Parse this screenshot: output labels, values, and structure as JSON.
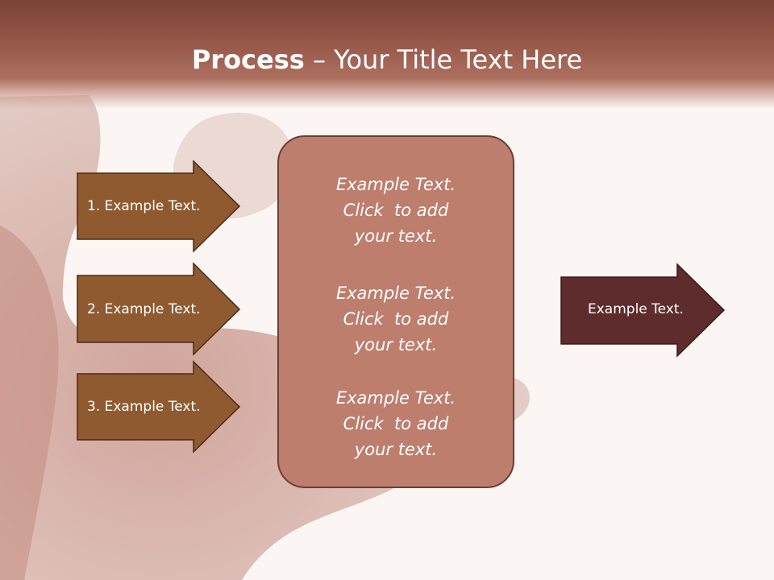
{
  "title": {
    "bold": "Process",
    "rest": " – Your Title Text Here"
  },
  "left_arrows": [
    {
      "label": "1. Example Text."
    },
    {
      "label": "2. Example Text."
    },
    {
      "label": "3. Example Text."
    }
  ],
  "center_box": {
    "blocks": [
      [
        "Example Text.",
        "Click  to add",
        "your text."
      ],
      [
        "Example Text.",
        "Click  to add",
        "your text."
      ],
      [
        "Example Text.",
        "Click  to add",
        "your text."
      ]
    ]
  },
  "right_arrow": {
    "label": "Example Text."
  },
  "colors": {
    "header": "#8c4e40",
    "left_arrow_fill": "#8f5a30",
    "center_box_fill": "#bd7e6e",
    "right_arrow_fill": "#5e2c2c"
  }
}
